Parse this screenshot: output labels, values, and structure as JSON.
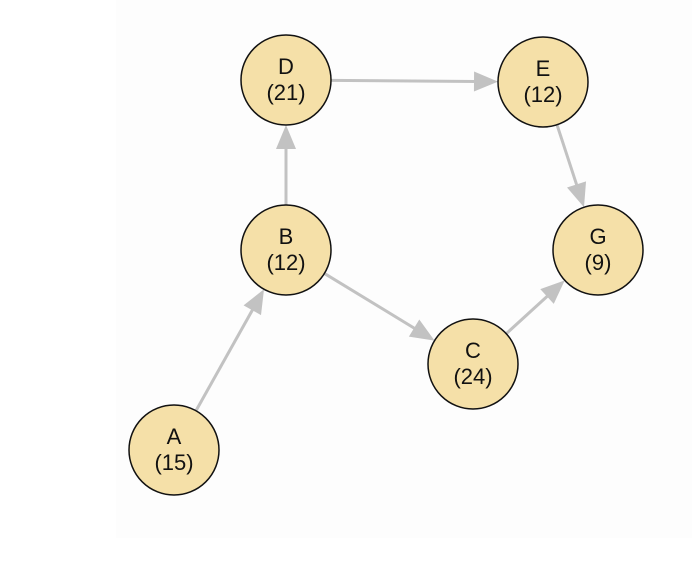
{
  "diagram": {
    "colors": {
      "node_fill": "#f5e0a8",
      "node_stroke": "#111111",
      "edge": "#c2c2c2"
    },
    "nodes": [
      {
        "id": "A",
        "name": "A",
        "value": "(15)"
      },
      {
        "id": "B",
        "name": "B",
        "value": "(12)"
      },
      {
        "id": "C",
        "name": "C",
        "value": "(24)"
      },
      {
        "id": "D",
        "name": "D",
        "value": "(21)"
      },
      {
        "id": "E",
        "name": "E",
        "value": "(12)"
      },
      {
        "id": "G",
        "name": "G",
        "value": "(9)"
      }
    ],
    "edges": [
      {
        "from": "A",
        "to": "B"
      },
      {
        "from": "B",
        "to": "D"
      },
      {
        "from": "B",
        "to": "C"
      },
      {
        "from": "D",
        "to": "E"
      },
      {
        "from": "E",
        "to": "G"
      },
      {
        "from": "C",
        "to": "G"
      }
    ]
  }
}
